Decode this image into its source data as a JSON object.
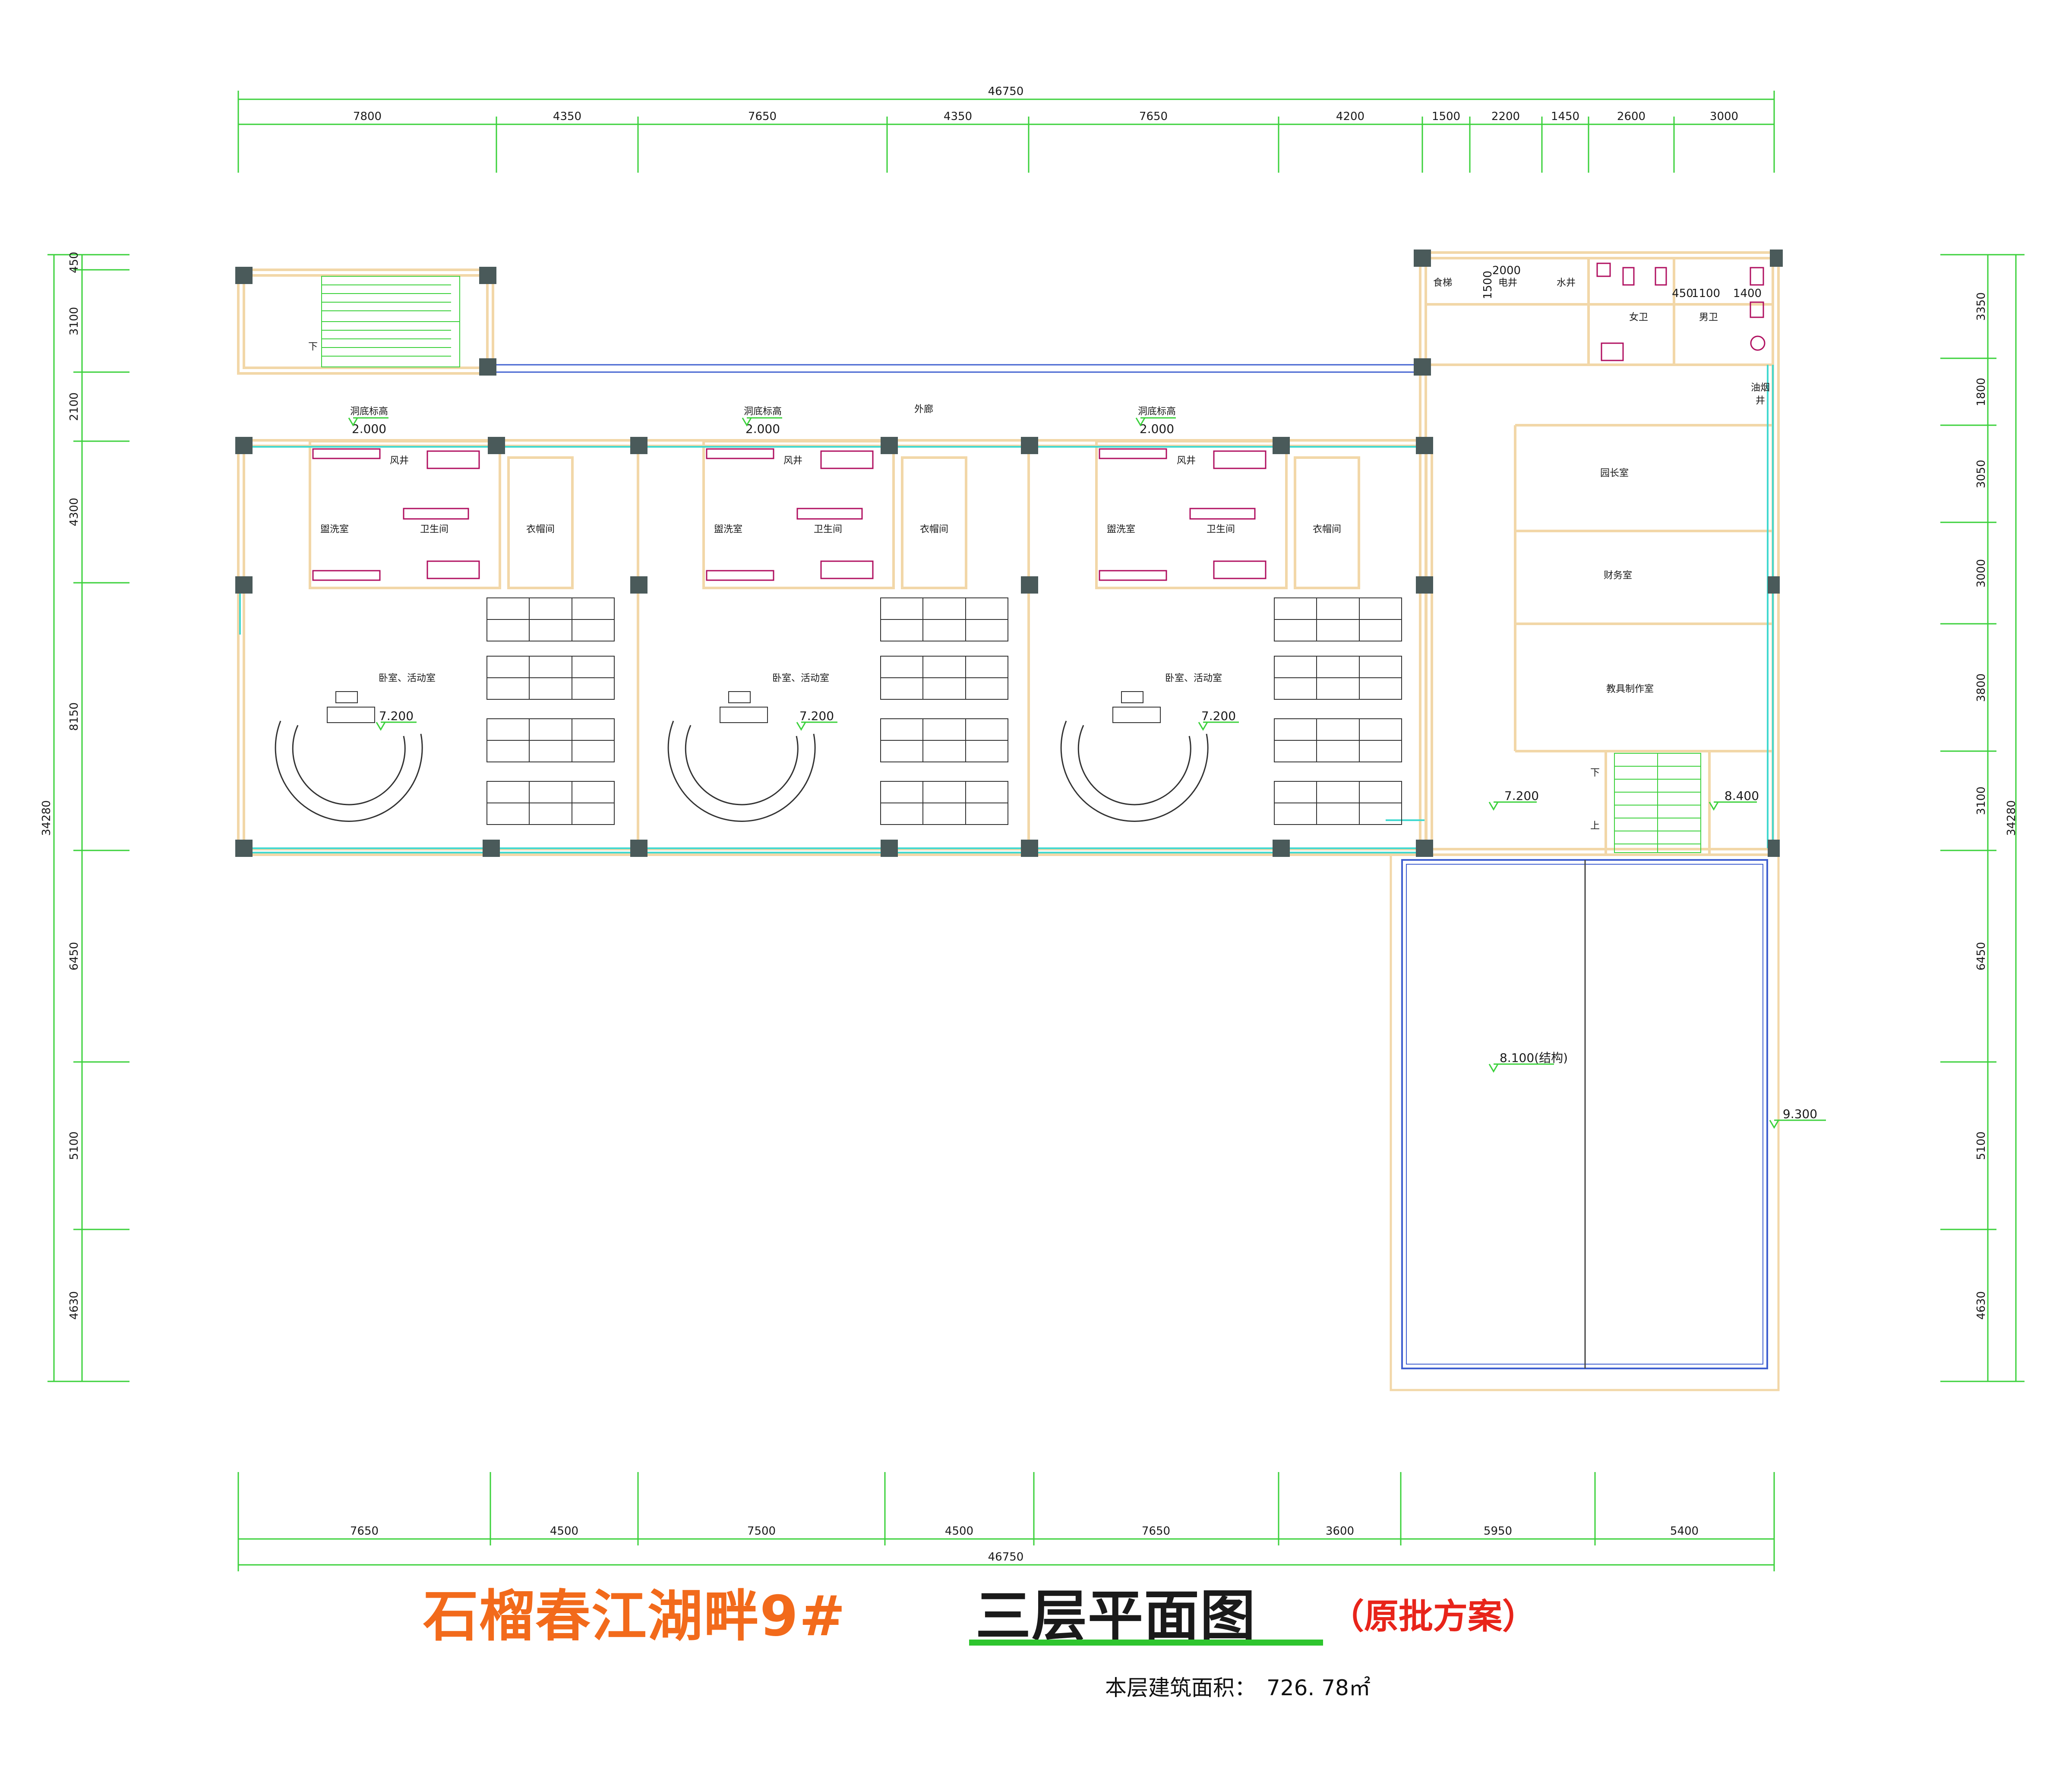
{
  "title": {
    "project": "石榴春江湖畔9#",
    "floor": "三层平面图",
    "note": "（原批方案）"
  },
  "area": {
    "label": "本层建筑面积：",
    "value": "726. 78㎡"
  },
  "dims": {
    "top_total": "46750",
    "top": [
      "7800",
      "4350",
      "7650",
      "4350",
      "7650",
      "4200",
      "1500",
      "2200",
      "1450",
      "2600",
      "3000"
    ],
    "bottom": [
      "7650",
      "4500",
      "7500",
      "4500",
      "7650",
      "3600",
      "5950",
      "5400"
    ],
    "bottom_total": "46750",
    "left": [
      "450",
      "3100",
      "2100",
      "4300",
      "8150",
      "6450",
      "5100",
      "4630"
    ],
    "left_total": "34280",
    "right": [
      "3350",
      "1800",
      "3050",
      "3000",
      "3800",
      "3100",
      "6450",
      "5100",
      "4630"
    ],
    "right_total": "34280",
    "toilet_small": [
      "2000",
      "1500",
      "450",
      "1100",
      "1400"
    ]
  },
  "rooms": {
    "corridor": "外廊",
    "washroom": "盥洗室",
    "toilet": "卫生间",
    "cloakroom": "衣帽间",
    "airshaft": "风井",
    "sink_height_label": "洞底标高",
    "sink_height": "2.000",
    "bedroom": "卧室、活动室",
    "elev_room": "7.200",
    "elev_hall": "7.200",
    "elev_stair": "8.400",
    "elev_roof": "8.100(结构)",
    "elev_edge": "9.300",
    "dumbwaiter": "食梯",
    "elec_shaft": "电井",
    "water_shaft": "水井",
    "women": "女卫",
    "men": "男卫",
    "smoke_shaft_1": "油烟",
    "smoke_shaft_2": "井",
    "director": "园长室",
    "finance": "财务室",
    "toy_room": "教具制作室",
    "stair_down": "下",
    "stair_up": "上"
  },
  "colors": {
    "dim": "#3bd13b",
    "wall": "#f2d7a8",
    "column": "#4a5a5a",
    "glass": "#43d9d0",
    "fixture": "#b01060",
    "roof": "#4060d0",
    "text": "#1a1a1a",
    "title_orange": "#f26a1b",
    "title_red": "#e8241a"
  }
}
